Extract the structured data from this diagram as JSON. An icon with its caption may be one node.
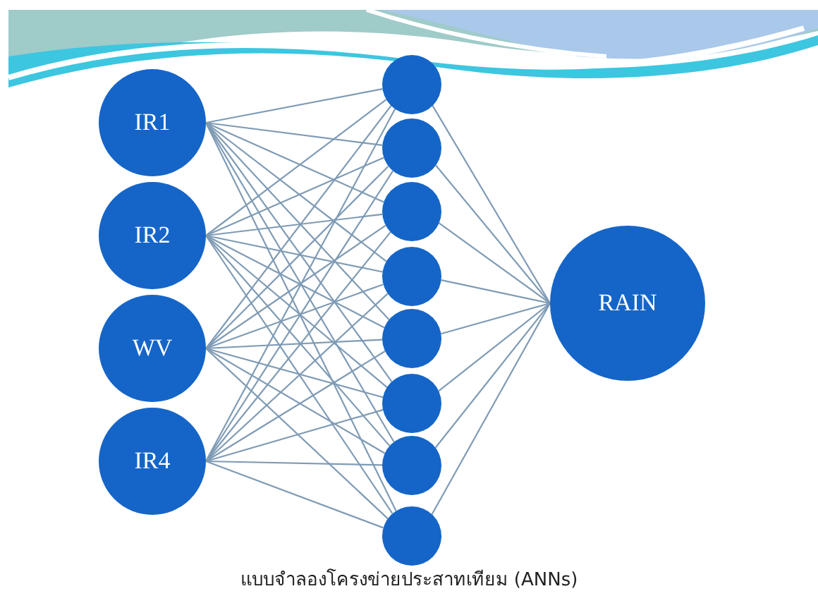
{
  "diagram": {
    "caption": "แบบจำลองโครงข่ายประสาทเทียม (ANNs)",
    "nodes": [
      {
        "text": [
          "IR1"
        ]
      },
      {
        "text": [
          "IR2"
        ]
      },
      {
        "text": [
          "WV"
        ]
      },
      {
        "text": [
          "IR4"
        ]
      },
      {
        "text": [],
        "shape": "circle"
      },
      {
        "text": [],
        "shape": "circle"
      },
      {
        "text": [],
        "shape": "circle"
      },
      {
        "text": [],
        "shape": "circle"
      },
      {
        "text": [],
        "shape": "circle"
      },
      {
        "text": [],
        "shape": "circle"
      },
      {
        "text": [],
        "shape": "circle"
      },
      {
        "text": [],
        "shape": "circle"
      },
      {
        "text": [
          "RAIN"
        ]
      }
    ],
    "edges": [
      {
        "from": 0,
        "to": 4,
        "arrow": "none"
      },
      {
        "from": 0,
        "to": 5,
        "arrow": "none"
      },
      {
        "from": 0,
        "to": 6,
        "arrow": "none"
      },
      {
        "from": 0,
        "to": 7,
        "arrow": "none"
      },
      {
        "from": 0,
        "to": 8,
        "arrow": "none"
      },
      {
        "from": 0,
        "to": 9,
        "arrow": "none"
      },
      {
        "from": 0,
        "to": 10,
        "arrow": "none"
      },
      {
        "from": 0,
        "to": 11,
        "arrow": "none"
      },
      {
        "from": 1,
        "to": 4,
        "arrow": "none"
      },
      {
        "from": 1,
        "to": 5,
        "arrow": "none"
      },
      {
        "from": 1,
        "to": 6,
        "arrow": "none"
      },
      {
        "from": 1,
        "to": 7,
        "arrow": "none"
      },
      {
        "from": 1,
        "to": 8,
        "arrow": "none"
      },
      {
        "from": 1,
        "to": 9,
        "arrow": "none"
      },
      {
        "from": 1,
        "to": 10,
        "arrow": "none"
      },
      {
        "from": 1,
        "to": 11,
        "arrow": "none"
      },
      {
        "from": 2,
        "to": 4,
        "arrow": "none"
      },
      {
        "from": 2,
        "to": 5,
        "arrow": "none"
      },
      {
        "from": 2,
        "to": 6,
        "arrow": "none"
      },
      {
        "from": 2,
        "to": 7,
        "arrow": "none"
      },
      {
        "from": 2,
        "to": 8,
        "arrow": "none"
      },
      {
        "from": 2,
        "to": 9,
        "arrow": "none"
      },
      {
        "from": 2,
        "to": 10,
        "arrow": "none"
      },
      {
        "from": 2,
        "to": 11,
        "arrow": "none"
      },
      {
        "from": 3,
        "to": 4,
        "arrow": "none"
      },
      {
        "from": 3,
        "to": 5,
        "arrow": "none"
      },
      {
        "from": 3,
        "to": 6,
        "arrow": "none"
      },
      {
        "from": 3,
        "to": 7,
        "arrow": "none"
      },
      {
        "from": 3,
        "to": 8,
        "arrow": "none"
      },
      {
        "from": 3,
        "to": 9,
        "arrow": "none"
      },
      {
        "from": 3,
        "to": 10,
        "arrow": "none"
      },
      {
        "from": 3,
        "to": 11,
        "arrow": "none"
      },
      {
        "from": 4,
        "to": 12,
        "arrow": "none"
      },
      {
        "from": 5,
        "to": 12,
        "arrow": "none"
      },
      {
        "from": 6,
        "to": 12,
        "arrow": "none"
      },
      {
        "from": 7,
        "to": 12,
        "arrow": "none"
      },
      {
        "from": 8,
        "to": 12,
        "arrow": "none"
      },
      {
        "from": 9,
        "to": 12,
        "arrow": "none"
      },
      {
        "from": 10,
        "to": 12,
        "arrow": "none"
      },
      {
        "from": 11,
        "to": 12,
        "arrow": "none"
      }
    ]
  }
}
